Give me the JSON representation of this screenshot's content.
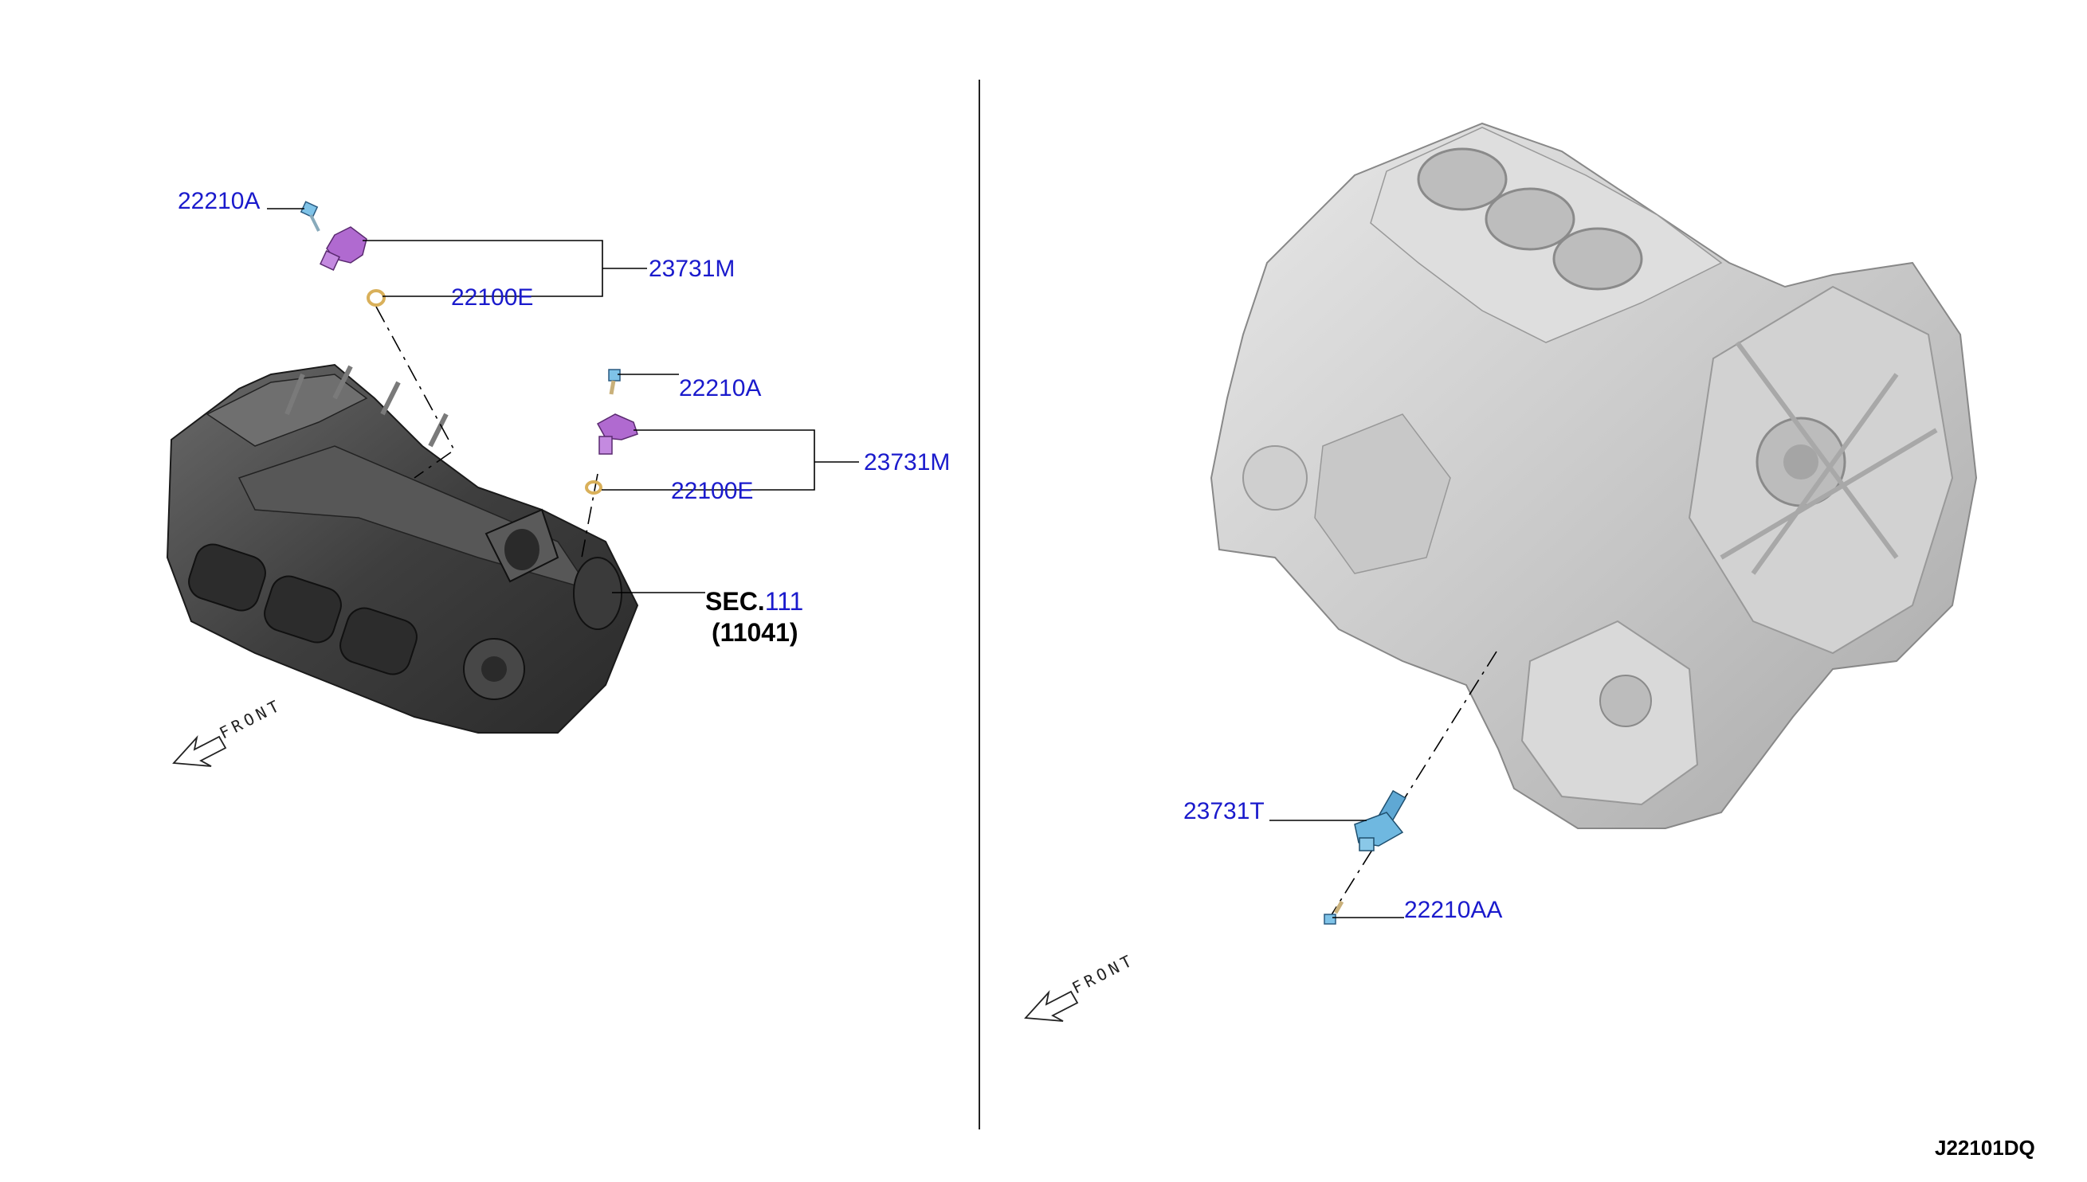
{
  "left_view": {
    "callouts": [
      {
        "id": "bolt_top",
        "label": "22210A"
      },
      {
        "id": "sensor_top",
        "label": "23731M"
      },
      {
        "id": "oring_top",
        "label": "22100E"
      },
      {
        "id": "bolt_mid",
        "label": "22210A"
      },
      {
        "id": "sensor_mid",
        "label": "23731M"
      },
      {
        "id": "oring_mid",
        "label": "22100E"
      }
    ],
    "section_ref": {
      "prefix": "SEC.",
      "number": "111",
      "sub": "(11041)"
    },
    "front_label": "FRONT"
  },
  "right_view": {
    "callouts": [
      {
        "id": "crank_sensor",
        "label": "23731T"
      },
      {
        "id": "crank_bolt",
        "label": "22210AA"
      }
    ],
    "front_label": "FRONT"
  },
  "diagram_code": "J22101DQ",
  "colors": {
    "callout_text": "#1a1acc",
    "cam_sensor": "#b06ad0",
    "crank_sensor": "#6fb8e0",
    "cylinder_head": "#4a4a4a",
    "engine_block": "#cfcfcf"
  }
}
